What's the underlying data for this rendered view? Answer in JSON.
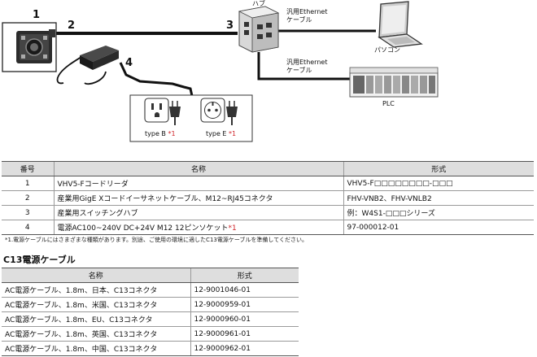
{
  "diagram": {
    "callouts": [
      "1",
      "2",
      "3",
      "4"
    ],
    "hub_label": "ハブ",
    "cable_label_1": [
      "汎用Ethernet",
      "ケーブル"
    ],
    "cable_label_2": [
      "汎用Ethernet",
      "ケーブル"
    ],
    "pc_label": "パソコン",
    "plc_label": "PLC",
    "plug_b_label": "type B",
    "plug_e_label": "type E",
    "note_mark": "*1"
  },
  "main_table": {
    "headers": [
      "番号",
      "名称",
      "形式"
    ],
    "rows": [
      {
        "no": "1",
        "name": "VHV5-Fコードリーダ",
        "model": "VHV5-F□□□□□□□□-□□□",
        "mark": ""
      },
      {
        "no": "2",
        "name": "産業用GigE Xコードイーサネットケーブル、M12~RJ45コネクタ",
        "model": "FHV-VNB2、FHV-VNLB2",
        "mark": ""
      },
      {
        "no": "3",
        "name": "産業用スイッチングハブ",
        "model": "例：W4S1-□□□シリーズ",
        "mark": ""
      },
      {
        "no": "4",
        "name": "電源AC100~240V DC+24V M12 12ピンソケット",
        "model": "97-000012-01",
        "mark": "*1"
      }
    ]
  },
  "footnote": "*1.電源ケーブルにはさまざまな種類があります。別途、ご使用の環境に適したC13電源ケーブルを準備してください。",
  "c13_title": "C13電源ケーブル",
  "c13_table": {
    "headers": [
      "名称",
      "形式"
    ],
    "rows": [
      {
        "name": "AC電源ケーブル、1.8m、日本、C13コネクタ",
        "model": "12-9001046-01"
      },
      {
        "name": "AC電源ケーブル、1.8m、米国、C13コネクタ",
        "model": "12-9000959-01"
      },
      {
        "name": "AC電源ケーブル、1.8m、EU、C13コネクタ",
        "model": "12-9000960-01"
      },
      {
        "name": "AC電源ケーブル、1.8m、英国、C13コネクタ",
        "model": "12-9000961-01"
      },
      {
        "name": "AC電源ケーブル、1.8m、中国、C13コネクタ",
        "model": "12-9000962-01"
      }
    ]
  },
  "colors": {
    "accent_red": "#d0262b",
    "header_gray": "#dedede"
  }
}
